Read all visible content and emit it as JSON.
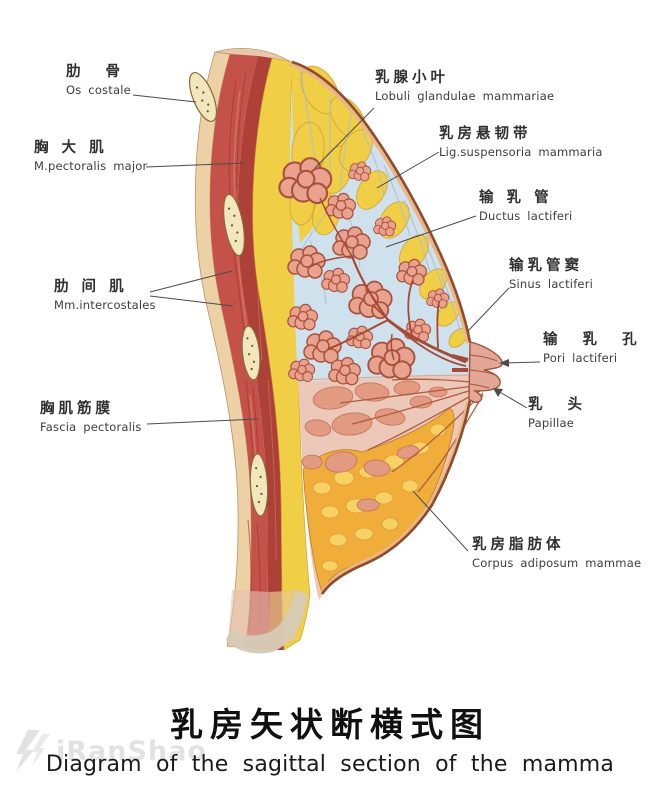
{
  "title": {
    "zh": "乳房矢状断横式图",
    "en": "Diagram of the sagittal section of the mamma"
  },
  "watermark": {
    "text": "iRanShao",
    "icon": "lightning-logo"
  },
  "labels": [
    {
      "id": "os-costale",
      "zh": "肋 骨",
      "en": "Os costale"
    },
    {
      "id": "m-pectoralis-major",
      "zh": "胸 大 肌",
      "en": "M.pectoralis major"
    },
    {
      "id": "mm-intercostales",
      "zh": "肋 间 肌",
      "en": "Mm.intercostales"
    },
    {
      "id": "fascia-pectoralis",
      "zh": "胸肌筋膜",
      "en": "Fascia pectoralis"
    },
    {
      "id": "lobuli-glandulae-mammariae",
      "zh": "乳腺小叶",
      "en": "Lobuli glandulae mammariae"
    },
    {
      "id": "lig-suspensoria-mammaria",
      "zh": "乳房悬韧带",
      "en": "Lig.suspensoria mammaria"
    },
    {
      "id": "ductus-lactiferi",
      "zh": "输 乳 管",
      "en": "Ductus lactiferi"
    },
    {
      "id": "sinus-lactiferi",
      "zh": "输乳管窦",
      "en": "Sinus lactiferi"
    },
    {
      "id": "pori-lactiferi",
      "zh": "输 乳 孔",
      "en": "Pori lactiferi"
    },
    {
      "id": "papillae",
      "zh": "乳 头",
      "en": "Papillae"
    },
    {
      "id": "corpus-adiposum-mammae",
      "zh": "乳房脂肪体",
      "en": "Corpus adiposum mammae"
    }
  ],
  "colors": {
    "muscle_red": "#c5524a",
    "fat_yellow": "#f0ce46",
    "fat_orange": "#f0ad3a",
    "gland_pink": "#e9a28e",
    "connective_blue": "#cfe1ec",
    "rib_cream": "#f2e6bf",
    "skin_outline": "#93492b",
    "leader_line": "#4c4c4c"
  }
}
